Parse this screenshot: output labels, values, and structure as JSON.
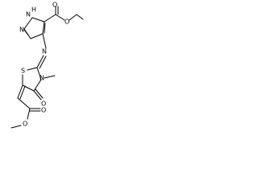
{
  "molecule": {
    "atoms": {
      "n_h": "N",
      "h_of_nh": "H",
      "n_imidazole": "N",
      "n_imine": "N",
      "s_ring": "S",
      "n_thiazolidine": "N",
      "o_ester_carbonyl": "O",
      "o_ester_ether": "O",
      "o_ring_carbonyl": "O",
      "o_methyl_ester_carbonyl": "O",
      "o_methyl_ester_ether": "O"
    }
  }
}
